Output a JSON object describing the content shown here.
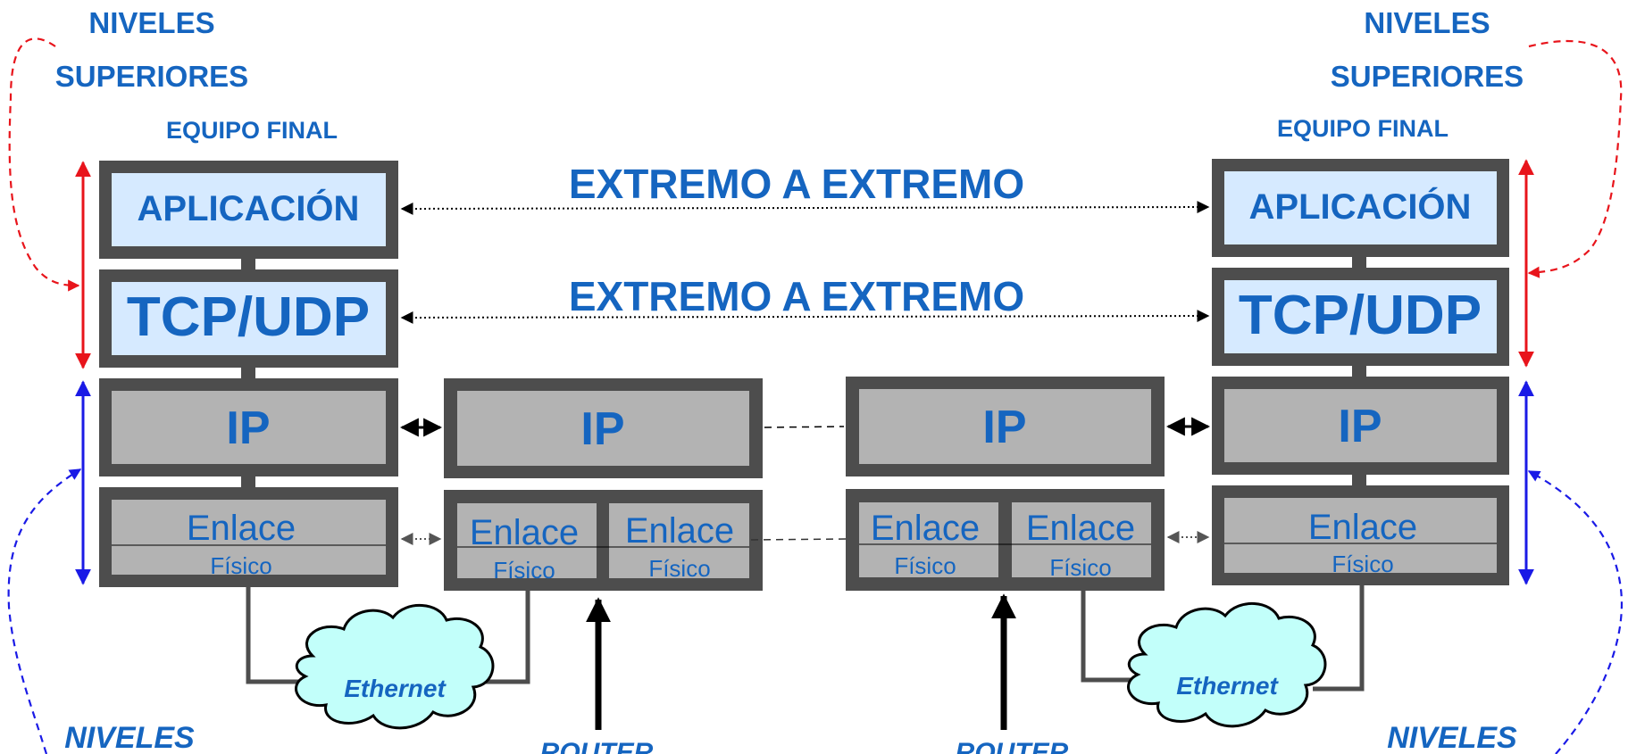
{
  "labels": {
    "upper_left_1": "NIVELES",
    "upper_left_2": "SUPERIORES",
    "upper_right_1": "NIVELES",
    "upper_right_2": "SUPERIORES",
    "end_device_left": "EQUIPO FINAL",
    "end_device_right": "EQUIPO FINAL",
    "end_to_end_app": "EXTREMO A EXTREMO",
    "end_to_end_tcp": "EXTREMO A EXTREMO",
    "lower_left": "NIVELES",
    "lower_right": "NIVELES",
    "router_left": "ROUTER",
    "router_right": "ROUTER"
  },
  "layers": {
    "application": "APLICACIÓN",
    "transport": "TCP/UDP",
    "network": "IP",
    "link": "Enlace",
    "physical": "Físico"
  },
  "networks": {
    "left": "Ethernet",
    "right": "Ethernet"
  },
  "colors": {
    "frame": "#4d4d4d",
    "upper_fill": "#d6eaff",
    "lower_fill": "#b3b3b3",
    "text": "#1565c0",
    "cloud": "#c2fffa",
    "upper_bracket": "#e8141b",
    "lower_bracket": "#1a1ae6"
  }
}
